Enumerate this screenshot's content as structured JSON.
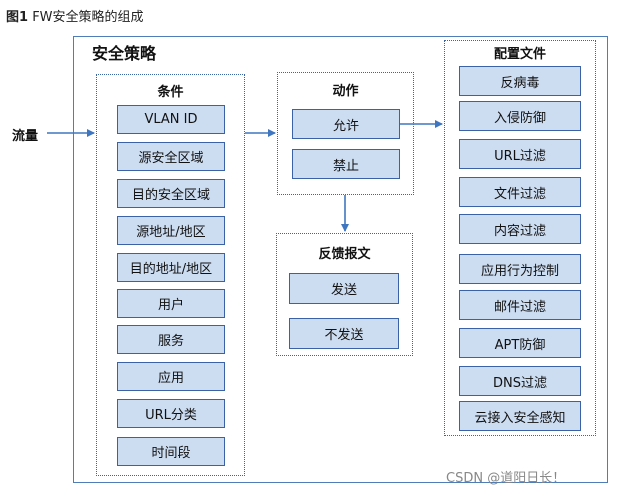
{
  "caption": {
    "prefix": "图1",
    "text": "FW安全策略的组成"
  },
  "policy_title": "安全策略",
  "flow_label": "流量",
  "conditions": {
    "title": "条件",
    "items": [
      "VLAN ID",
      "源安全区域",
      "目的安全区域",
      "源地址/地区",
      "目的地址/地区",
      "用户",
      "服务",
      "应用",
      "URL分类",
      "时间段"
    ]
  },
  "actions": {
    "title": "动作",
    "items": [
      "允许",
      "禁止"
    ]
  },
  "feedback": {
    "title": "反馈报文",
    "items": [
      "发送",
      "不发送"
    ]
  },
  "profiles": {
    "title": "配置文件",
    "items": [
      "反病毒",
      "入侵防御",
      "URL过滤",
      "文件过滤",
      "内容过滤",
      "应用行为控制",
      "邮件过滤",
      "APT防御",
      "DNS过滤",
      "云接入安全感知"
    ]
  },
  "watermark": "CSDN @道阳日长！",
  "colors": {
    "box_fill": "#ccdcf1",
    "box_border": "#3b62a7",
    "arrow": "#3f76c0"
  }
}
